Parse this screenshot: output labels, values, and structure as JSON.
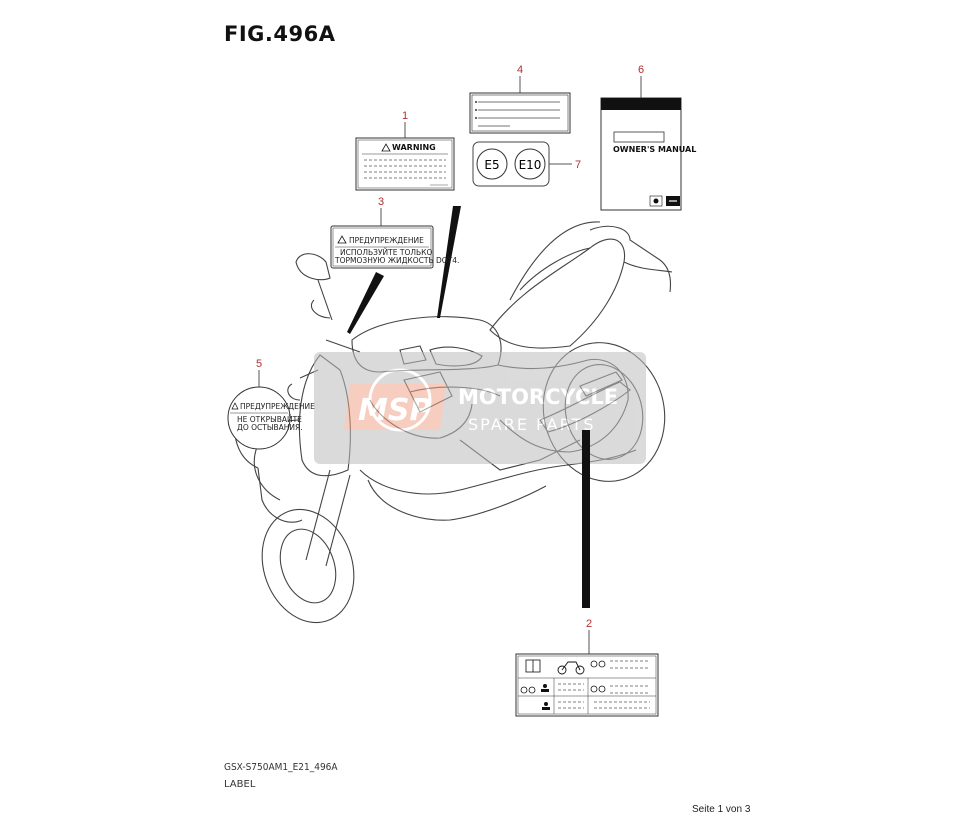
{
  "figure": {
    "title": "FIG.496A"
  },
  "callouts": [
    "1",
    "2",
    "3",
    "4",
    "5",
    "6",
    "7"
  ],
  "labels": {
    "warning_label": {
      "heading": "WARNING"
    },
    "russian_brake_label": {
      "heading": "ПРЕДУПРЕЖДЕНИЕ",
      "line1": "ИСПОЛЬЗУЙТЕ ТОЛЬКО",
      "line2": "ТОРМОЗНУЮ ЖИДКОСТЬ DOT4."
    },
    "russian_cap_label": {
      "heading": "ПРЕДУПРЕЖДЕНИЕ",
      "line1": "НЕ ОТКРЫВАЙТЕ",
      "line2": "ДО ОСТЫВАНИЯ."
    },
    "fuel_label": {
      "left": "E5",
      "right": "E10"
    },
    "manual": {
      "title": "OWNER'S MANUAL"
    }
  },
  "watermark": {
    "line1": "MOTORCYCLE",
    "line2": "SPARE PARTS",
    "logo": "MSP"
  },
  "footer": {
    "code": "GSX-S750AM1_E21_496A",
    "subtitle": "LABEL",
    "page": "Seite 1 von 3"
  },
  "colors": {
    "callout": "#b03030",
    "watermark_logo": "#f0a58a",
    "watermark_bg": "#c8c8c8"
  }
}
